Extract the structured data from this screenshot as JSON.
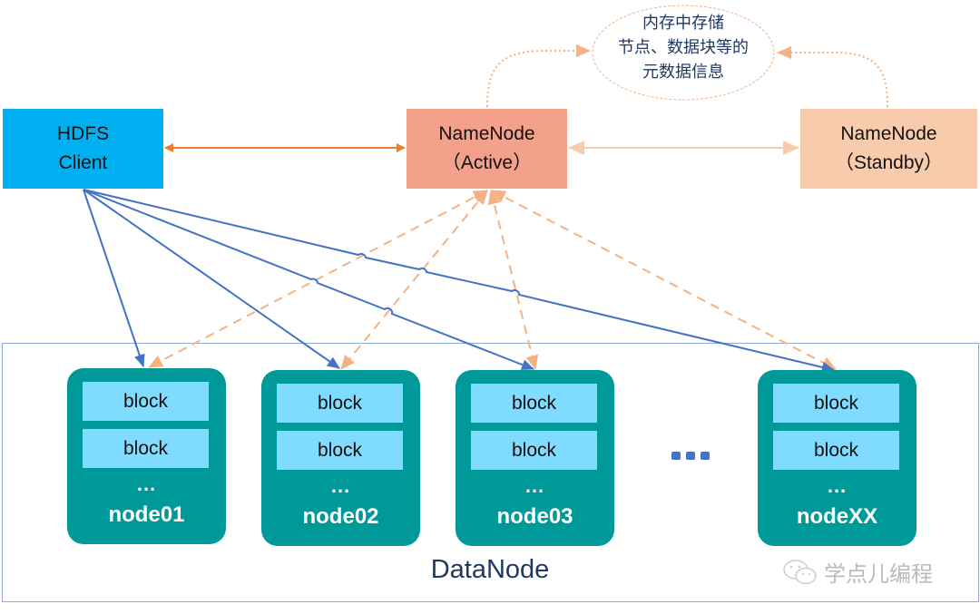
{
  "client": {
    "line1": "HDFS",
    "line2": "Client"
  },
  "namenode_active": {
    "line1": "NameNode",
    "line2": "（Active）"
  },
  "namenode_standby": {
    "line1": "NameNode",
    "line2": "（Standby）"
  },
  "metadata_note": {
    "line1": "内存中存储",
    "line2": "节点、数据块等的",
    "line3": "元数据信息"
  },
  "datanode_group": {
    "label": "DataNode"
  },
  "nodes": [
    {
      "name": "node01",
      "blocks": [
        "block",
        "block"
      ],
      "more": "..."
    },
    {
      "name": "node02",
      "blocks": [
        "block",
        "block"
      ],
      "more": "..."
    },
    {
      "name": "node03",
      "blocks": [
        "block",
        "block"
      ],
      "more": "..."
    },
    {
      "name": "nodeXX",
      "blocks": [
        "block",
        "block"
      ],
      "more": "..."
    }
  ],
  "watermark": {
    "text": "学点儿编程",
    "icon": "wechat-icon"
  },
  "colors": {
    "client": "#00B0F0",
    "namenode_active": "#F4A18B",
    "namenode_standby": "#F8CBAD",
    "datanode": "#009999",
    "block": "#7FDBFF",
    "client_link": "#4472C4",
    "namenode_link": "#F4B183",
    "client_namenode_link": "#ED7D31"
  }
}
